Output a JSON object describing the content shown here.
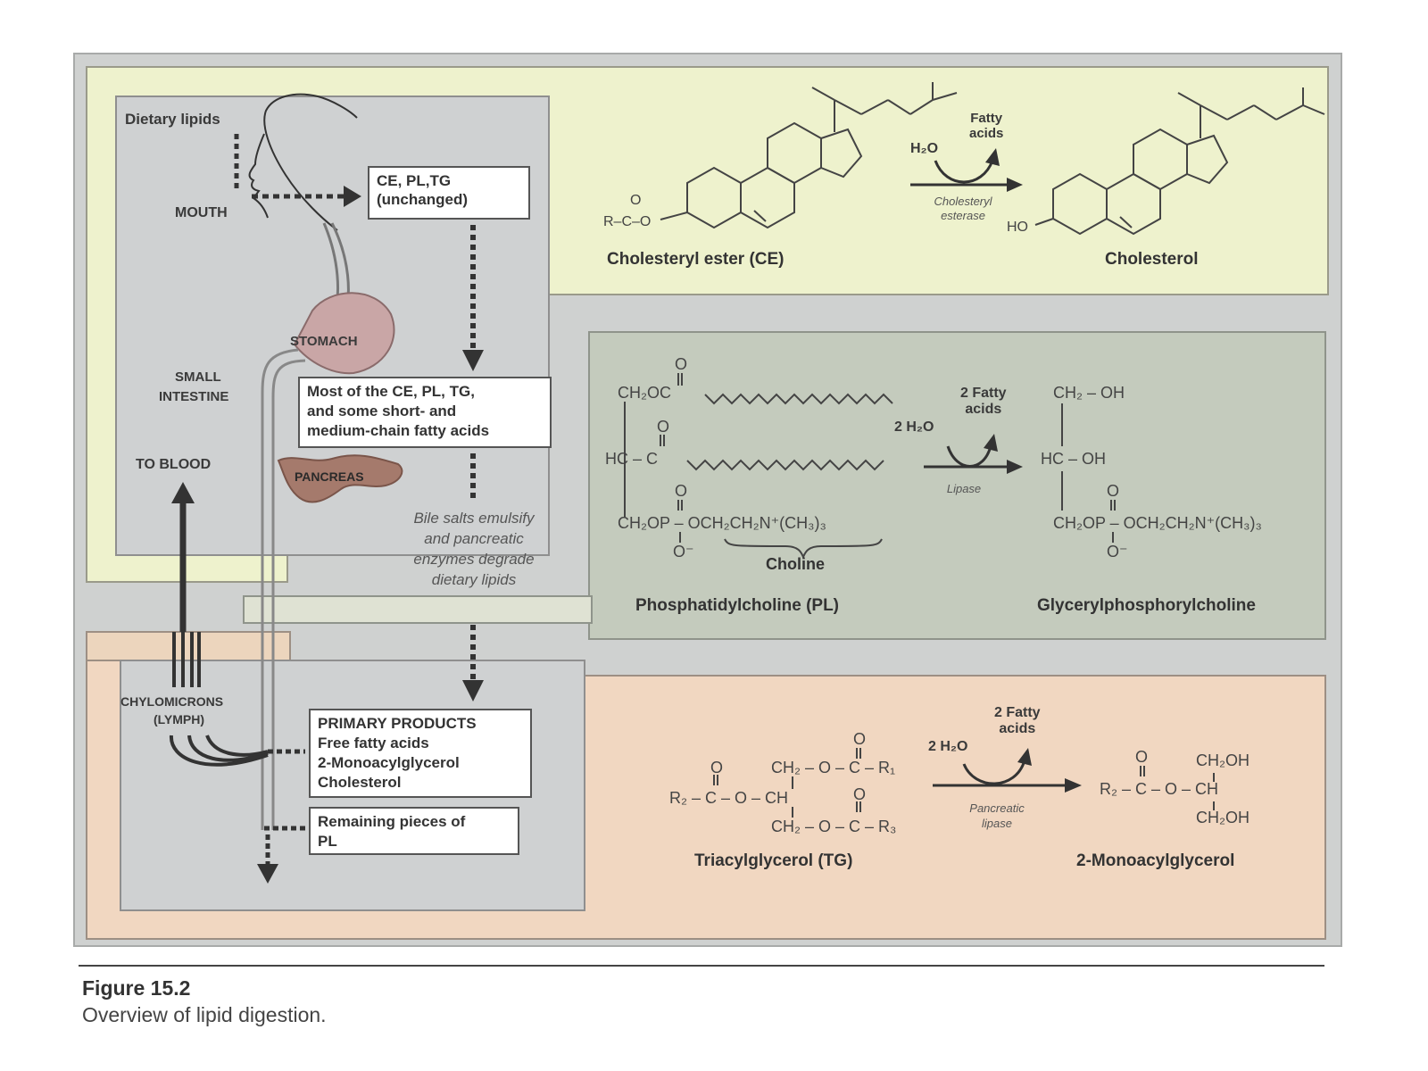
{
  "anatomy": {
    "dietary_lipids": "Dietary lipids",
    "mouth": "MOUTH",
    "stomach": "STOMACH",
    "small_intestine_1": "SMALL",
    "small_intestine_2": "INTESTINE",
    "to_blood": "TO BLOOD",
    "pancreas": "PANCREAS",
    "chylomicrons_1": "CHYLOMICRONS",
    "chylomicrons_2": "(LYMPH)"
  },
  "flow_boxes": {
    "unchanged_1": "CE, PL,TG",
    "unchanged_2": "(unchanged)",
    "most_1": "Most of the CE, PL, TG,",
    "most_2": "and some short- and",
    "most_3": "medium-chain fatty acids",
    "products_1": "PRIMARY PRODUCTS",
    "products_2": "Free fatty acids",
    "products_3": "2-Monoacylglycerol",
    "products_4": "Cholesterol",
    "remaining_1": "Remaining pieces of",
    "remaining_2": "PL"
  },
  "bile_note": [
    "Bile salts emulsify",
    "and pancreatic",
    "enzymes degrade",
    "dietary lipids"
  ],
  "panel_ce": {
    "reactant": "Cholesteryl ester (CE)",
    "product": "Cholesterol",
    "water": "H₂O",
    "released": [
      "Fatty",
      "acids"
    ],
    "enzyme": [
      "Cholesteryl",
      "esterase"
    ],
    "ester_o": "O",
    "ester_group": "R–C–O",
    "ho": "HO"
  },
  "panel_pl": {
    "reactant": "Phosphatidylcholine (PL)",
    "product": "Glycerylphosphorylcholine",
    "choline": "Choline",
    "water": "2 H₂O",
    "released": [
      "2 Fatty",
      "acids"
    ],
    "enzyme": "Lipase",
    "r_row1": "CH₂OC",
    "r_row2": "HC – C",
    "r_row3": "CH₂OP – OCH₂CH₂N⁺(CH₃)₃",
    "o_top": "O",
    "o_minus": "O⁻",
    "p_row1": "CH₂ – OH",
    "p_row2": "HC – OH",
    "p_row3": "CH₂OP – OCH₂CH₂N⁺(CH₃)₃"
  },
  "panel_tg": {
    "reactant": "Triacylglycerol (TG)",
    "product": "2-Monoacylglycerol",
    "water": "2 H₂O",
    "released": [
      "2 Fatty",
      "acids"
    ],
    "enzyme": [
      "Pancreatic",
      "lipase"
    ],
    "o": "O",
    "r_row1": "CH₂ – O – C – R₁",
    "r_row2": "R₂ – C – O – CH",
    "r_row3": "CH₂ – O – C – R₃",
    "p_row1": "CH₂OH",
    "p_row2": "R₂ – C – O – CH",
    "p_row3": "CH₂OH"
  },
  "caption": {
    "title": "Figure 15.2",
    "text": "Overview of lipid digestion."
  },
  "colors": {
    "outer_bg": "#cfd1d0",
    "yellow_panel": "#eef2cd",
    "green_panel": "#c4cbbd",
    "peach_panel": "#f1d7c1",
    "gray_panel": "#cfd1d2",
    "stomach": "#c9a6a6",
    "pancreas": "#a57a6c"
  }
}
